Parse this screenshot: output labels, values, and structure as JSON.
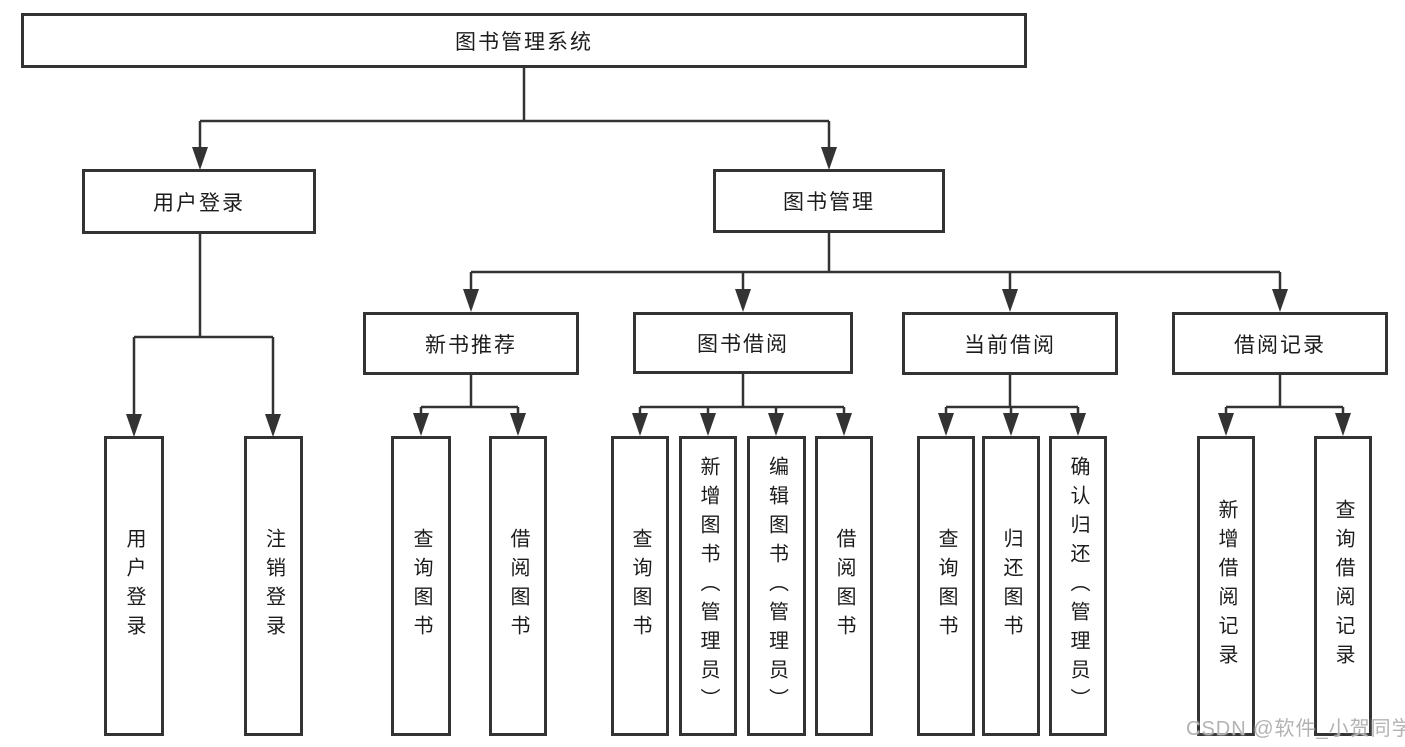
{
  "page": {
    "background": "#ffffff"
  },
  "colors": {
    "box_border": "#333333",
    "connector_line": "#333333",
    "text": "#1c1c1c",
    "watermark": "#b3b3b3"
  },
  "watermark": {
    "text": "CSDN @软件_小贺同学"
  },
  "tree": {
    "root": {
      "label": "图书管理系统",
      "children": [
        {
          "label": "用户登录",
          "children": [
            {
              "label": "用户登录"
            },
            {
              "label": "注销登录"
            }
          ]
        },
        {
          "label": "图书管理",
          "children": [
            {
              "label": "新书推荐",
              "children": [
                {
                  "label": "查询图书"
                },
                {
                  "label": "借阅图书"
                }
              ]
            },
            {
              "label": "图书借阅",
              "children": [
                {
                  "label": "查询图书"
                },
                {
                  "label": "新增图书（管理员）"
                },
                {
                  "label": "编辑图书（管理员）"
                },
                {
                  "label": "借阅图书"
                }
              ]
            },
            {
              "label": "当前借阅",
              "children": [
                {
                  "label": "查询图书"
                },
                {
                  "label": "归还图书"
                },
                {
                  "label": "确认归还（管理员）"
                }
              ]
            },
            {
              "label": "借阅记录",
              "children": [
                {
                  "label": "新增借阅记录"
                },
                {
                  "label": "查询借阅记录"
                }
              ]
            }
          ]
        }
      ]
    }
  }
}
